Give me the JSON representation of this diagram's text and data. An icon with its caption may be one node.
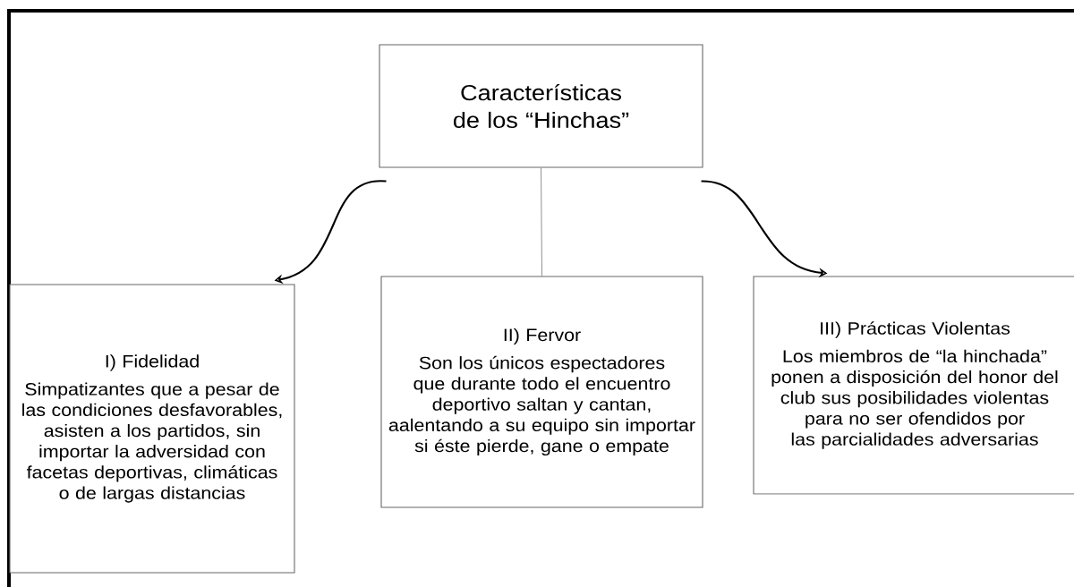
{
  "diagram": {
    "nodes": [
      {
        "text": [
          "Características de los “Hinchas”"
        ]
      },
      {
        "text": [
          "I) Fidelidad",
          "Simpatizantes que a pesar de las condiciones desfavorables, asisten a los partidos, sin importar la adversidad con facetas deportivas, climáticas o de largas distancias"
        ]
      },
      {
        "text": [
          "II) Fervor",
          "Son los únicos espectadores que durante todo el encuentro deportivo saltan y cantan, aalentando a su equipo sin importar si éste pierde, gane o empate"
        ]
      },
      {
        "text": [
          "III) Prácticas Violentas",
          "Los miembros de “la hinchada” ponen a disposición del honor del club sus posibilidades violentas para no ser ofendidos por las parcialidades adversarias"
        ]
      }
    ],
    "edges": [
      {
        "from": 0,
        "to": 1,
        "arrow": "to"
      },
      {
        "from": 0,
        "to": 2,
        "arrow": "none",
        "color": "#737373"
      },
      {
        "from": 0,
        "to": 3,
        "arrow": "to"
      }
    ]
  }
}
